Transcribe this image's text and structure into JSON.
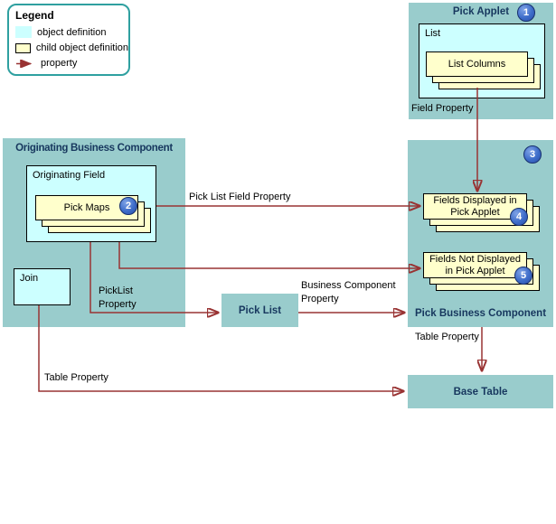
{
  "legend": {
    "title": "Legend",
    "items": [
      {
        "swatch": "object-definition",
        "label": "object definition"
      },
      {
        "swatch": "child-object-definition",
        "label": "child object definition"
      },
      {
        "swatch": "property-arrow",
        "label": "property"
      }
    ]
  },
  "pick_applet": {
    "title": "Pick Applet",
    "badge": "1",
    "list_label": "List",
    "stack_label": "List Columns"
  },
  "originating_bc": {
    "title": "Originating Business Component",
    "field_label": "Originating Field",
    "stack_label": "Pick Maps",
    "badge": "2",
    "join_label": "Join"
  },
  "pick_bc": {
    "badge": "3",
    "title": "Pick Business Component",
    "stack_displayed": {
      "label": "Fields Displayed in\nPick Applet",
      "badge": "4"
    },
    "stack_not_displayed": {
      "label": "Fields Not Displayed\nin Pick Applet",
      "badge": "5"
    }
  },
  "pick_list": {
    "title": "Pick List"
  },
  "base_table": {
    "title": "Base Table"
  },
  "connectors": {
    "field_property": "Field Property",
    "pick_list_field_property": "Pick List Field Property",
    "picklist_property": "PickList\nProperty",
    "business_component_property": "Business Component\nProperty",
    "table_property_right": "Table Property",
    "table_property_left": "Table Property"
  },
  "colors": {
    "panel_fill": "#99CCCC",
    "object_definition_fill": "#CCFFFF",
    "child_object_fill": "#FFFFCC",
    "connector_line": "#993333",
    "badge_fill": "#3D6CC9",
    "title_text": "#17375E",
    "legend_border": "#2FA0A0"
  }
}
